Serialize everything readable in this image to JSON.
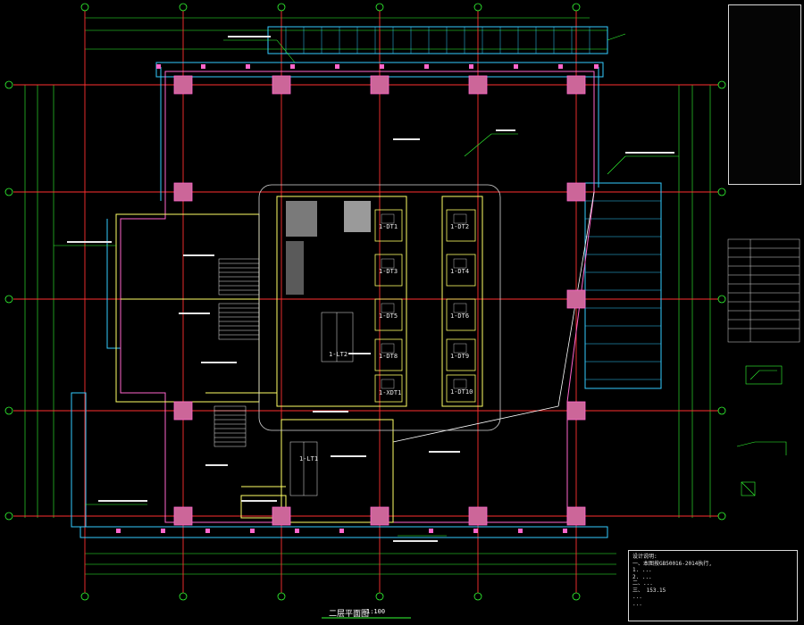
{
  "drawing": {
    "title": "二层平面图",
    "scale": "1:100"
  },
  "elevators": [
    "1-DT1",
    "1-DT2",
    "1-DT3",
    "1-DT4",
    "1-DT5",
    "1-DT6",
    "1-DT8",
    "1-DT9",
    "1-DT10",
    "1-XDT1"
  ],
  "stairs": [
    "1-LT1",
    "1-LT2"
  ],
  "notes": {
    "heading": "设计说明:",
    "lines": [
      "一、本图按GB50016-2014执行,",
      "  1. ...",
      "  2. ...",
      "二、...",
      "三、 153.15",
      "  ...",
      "  ..."
    ]
  },
  "colors": {
    "background": "#000000",
    "structure": "#ff3030",
    "wall": "#ffff66",
    "dimension": "#33ff33",
    "column": "#ff66cc",
    "window": "#33ccff",
    "text": "#e8e8e8",
    "hatch": "#9a9a9a"
  }
}
